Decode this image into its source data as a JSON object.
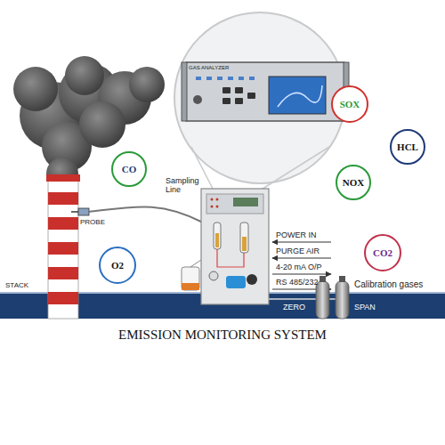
{
  "diagram": {
    "title": "EMISSION MONITORING SYSTEM",
    "nodes": [
      {
        "text": [
          "SOX"
        ]
      },
      {
        "text": [
          "HCL"
        ]
      },
      {
        "text": [
          "CO"
        ]
      },
      {
        "text": [
          "NOX"
        ]
      },
      {
        "text": [
          "O2"
        ]
      },
      {
        "text": [
          "CO2"
        ]
      }
    ],
    "labels": [
      "GAS ANALYZER",
      "Sampling Line",
      "PROBE",
      "STACK",
      "POWER IN",
      "PURGE AIR",
      "4-20 mA O/P",
      "RS 485/232",
      "Calibration gases",
      "ZERO",
      "SPAN"
    ]
  }
}
